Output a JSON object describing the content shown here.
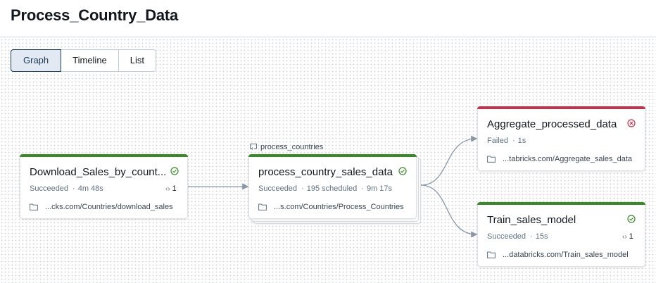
{
  "header": {
    "title": "Process_Country_Data"
  },
  "tabs": [
    {
      "label": "Graph",
      "active": true
    },
    {
      "label": "Timeline",
      "active": false
    },
    {
      "label": "List",
      "active": false
    }
  ],
  "colors": {
    "success": "#3a8a2a",
    "failed": "#c4314b",
    "edge": "#8a97a5"
  },
  "nodes": [
    {
      "name": "Download_Sales_by_count...",
      "status": "Succeeded",
      "duration": "4m 48s",
      "dependencies": "1",
      "path": "...cks.com/Countries/download_sales",
      "status_icon": "check-circle-icon"
    },
    {
      "loop_label": "process_countries",
      "name": "process_country_sales_data",
      "status": "Succeeded",
      "scheduled": "195 scheduled",
      "duration": "9m 17s",
      "path": "...s.com/Countries/Process_Countries",
      "status_icon": "check-circle-icon"
    },
    {
      "name": "Aggregate_processed_data",
      "status": "Failed",
      "duration": "1s",
      "path": "...tabricks.com/Aggregate_sales_data",
      "status_icon": "x-circle-icon"
    },
    {
      "name": "Train_sales_model",
      "status": "Succeeded",
      "duration": "15s",
      "dependencies": "1",
      "path": "...databricks.com/Train_sales_model",
      "status_icon": "check-circle-icon"
    }
  ],
  "separator": "·"
}
